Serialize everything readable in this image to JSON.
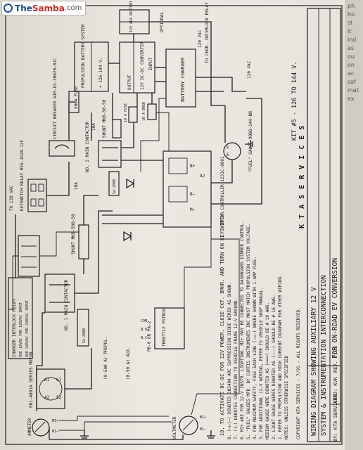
{
  "logo": {
    "the": "The",
    "samba": "Samba",
    "com": ".com"
  },
  "title_block": {
    "line1": "WIRING DIAGRAM SHOWING AUXILIARY 12 V",
    "line2": "SYSTEM & INSTRUMENTATION INTERCONNECTION",
    "line3": "FOR ON-ROAD EV CONVERSION",
    "by": "BY: KTA SERVICES",
    "appd": "APPD: KVK",
    "rev": "REV. 7/93",
    "kta": "K T A   S E R V I C E S",
    "kit": "KIT #5 - 126 TO 144 V."
  },
  "notes": {
    "header": "NOTES: UNLESS OTHERWISE SPECIFIED",
    "items": [
      "1. REFER TO PROPULSION AND HIGH CURRENT DIAGRAM FOR OTHER WIRING.",
      "2. LIGHT GAUGE WIRES DENOTED AS (———) SHOULD BE # 16 AWG.",
      "   MEDIUM GAUGE WIRE DENOTED AS (━━━) SHOULD BE # 10 AWG.",
      "3. FOR ADDITIONAL 12-V WIRING, REFER TO VEHICLE SHOP MANUAL.",
      "4. FOR MAXIMUM SAFETY, FUSE EACH LINE (—▭—) WHERE SHOWN WITH 1-AMP FUSE.",
      "5. \"FUEL\" GAUGES MFD. BY CURTIS INSTRUMENTS INC MUST MATCH PROPULSION SYSTEM VOLTAGE.",
      "6. MI+ ARE FOR 12-V INSTR. LIGHTING. MI+ MAY BE CONNECTED TO DASHBOARD DIMMER CONTROL.",
      "7. (⏚) DENOTES CONNECTION TO VEHICLE FRAME 12-V GROUND.",
      "8. (—▷|—) DENOTES 1N5404 ARC SUPPRESSION DIODE WIRED AS SHOWN.",
      "10. TO ACTIVATE DC-DC FOR 12V POWER, CLOSE CKT. BRKR. AND TURN ON KEYSWITCH."
    ],
    "copyright": "COPYRIGHT KTA SERVICES - 7/91 - ALL RIGHTS RESERVED."
  },
  "components": {
    "series_motor": "FB1-4001A SERIES MOTOR",
    "ammeter": "AMMETER",
    "voltmeter": "VOLTMETER",
    "charger_interlock": "CHARGER INTERLOCK RELAY",
    "charger_interlock_sub1": "USE 12VDC FOR 120VAC INPUT",
    "charger_interlock_sub2": "USE 240VAC FOR 240VAC INPUT",
    "main_contactor_1": "NO. 1 MAIN CONTACTOR",
    "sa200_1": "SA-200B",
    "shunt_1": "SHUNT MKB-500-50",
    "keyswitch_relay": "KEYSWITCH RELAY RS5-1E20-12F",
    "to_120vac_left": "TO 120 VAC",
    "cable_500": "(0-500 A) PROPUL.",
    "cable_50": "(0-50 A) AUX.",
    "throttle": "THROTTLE POTBOX",
    "pb6": "PB-6 OR PA-2",
    "motor_controller": "MOTOR CONTROLLER 1231C-8601",
    "fuel_gauge": "\"FUEL\" GAUGE 906B-144-BN",
    "main_contactor_2": "NO. 2 MAIN CONTACTOR",
    "sa200_2": "SA-200B",
    "shunt_2": "SHUNT MKB-50-50",
    "ten_amp": "10A",
    "fuse_10": "10 A FUSE",
    "breaker_10": "10 A BRKR",
    "circuit_breaker": "CIRCUIT BREAKER AIR-83-30020-01C",
    "fuse_500": "500A FUSE",
    "propulsion_battery": "PROPULSION BATTERY SYSTEM",
    "battery_range": "+ 126-144 V.",
    "dc_dc": "12V DC-DC CONVERTER",
    "output": "OUTPUT",
    "input": "INPUT",
    "battery_charger": "BATTERY CHARGER",
    "aux_battery": "12V AUX BATTERY",
    "optional": "OPTIONAL",
    "to_chgr": "TO CHGR. INTERLOCK RELAY",
    "vac_120_a": "120 VAC",
    "vac_120_b": "120 VAC",
    "ten_amp_small": "10A"
  },
  "right_strip": [
    "ph",
    "ho",
    "st",
    "it",
    "ind",
    "as",
    "ou",
    "on",
    "ac",
    "saf",
    "mat",
    "ex"
  ]
}
